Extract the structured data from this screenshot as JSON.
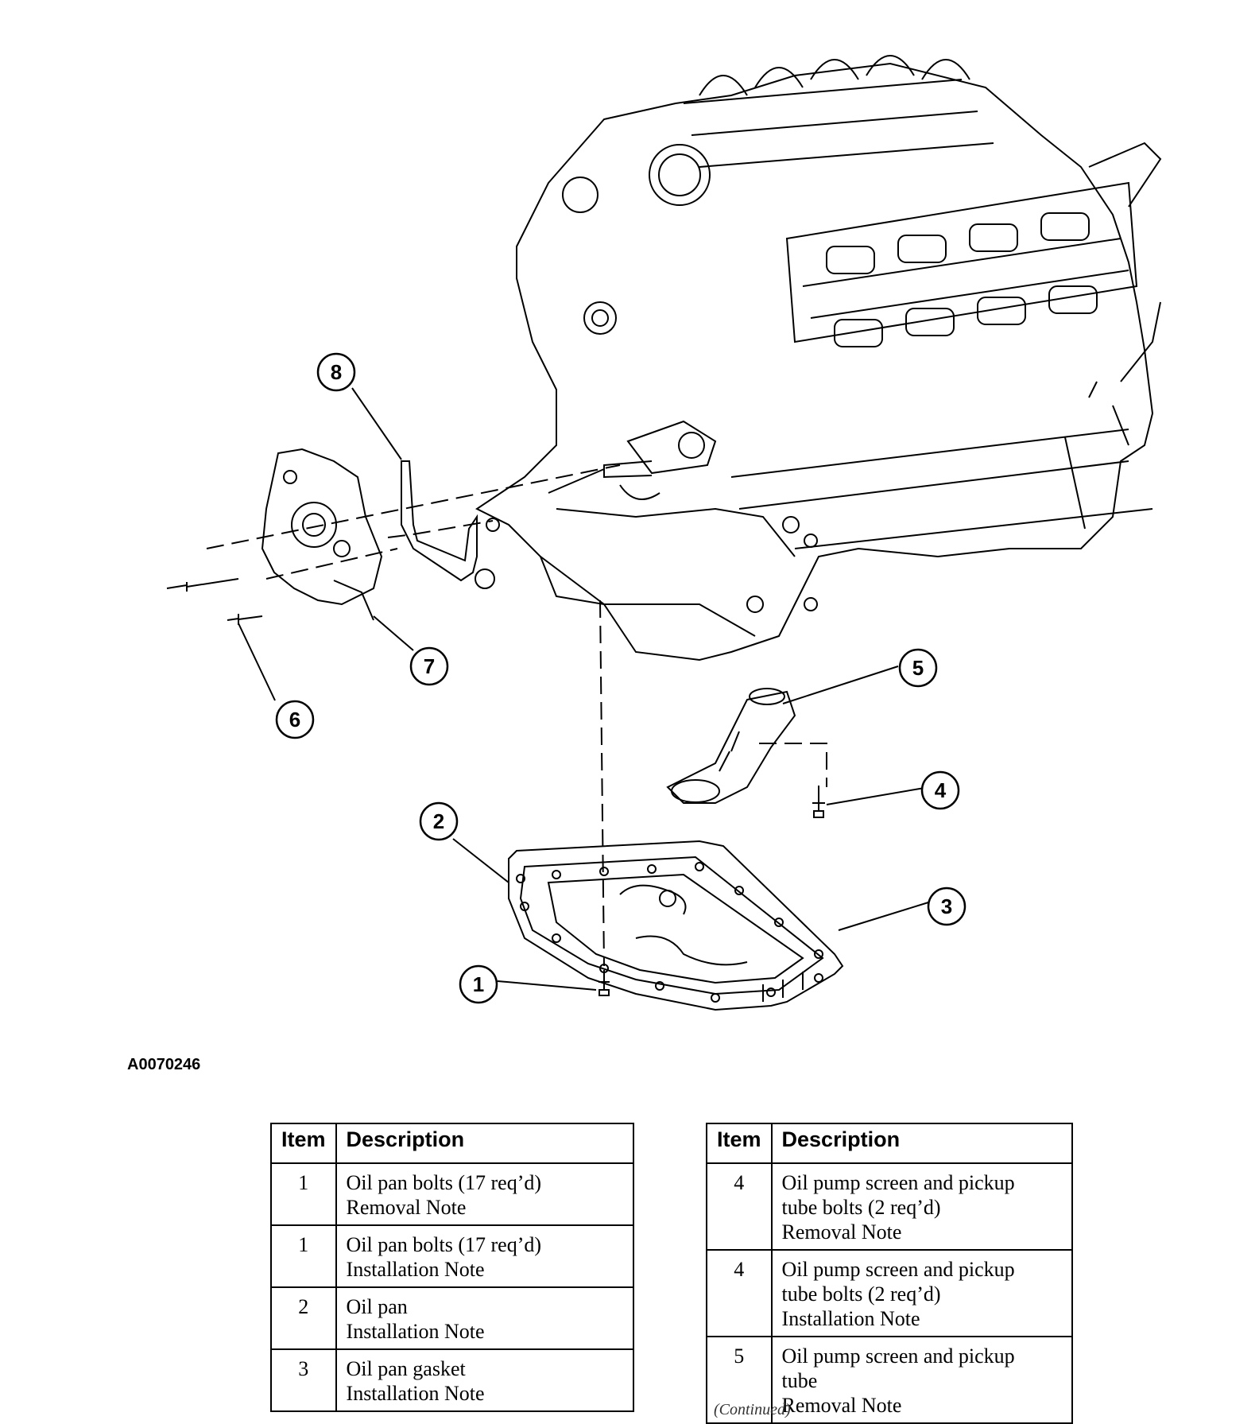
{
  "figure_id": "A0070246",
  "callouts": [
    "1",
    "2",
    "3",
    "4",
    "5",
    "6",
    "7",
    "8"
  ],
  "tables": [
    {
      "headers": [
        "Item",
        "Description"
      ],
      "rows": [
        {
          "item": "1",
          "line1": "Oil pan bolts (17 req’d)",
          "line2": "Removal Note"
        },
        {
          "item": "1",
          "line1": "Oil pan bolts (17 req’d)",
          "line2": "Installation Note"
        },
        {
          "item": "2",
          "line1": "Oil pan",
          "line2": "Installation Note"
        },
        {
          "item": "3",
          "line1": "Oil pan gasket",
          "line2": "Installation Note"
        }
      ]
    },
    {
      "headers": [
        "Item",
        "Description"
      ],
      "rows": [
        {
          "item": "4",
          "line1": "Oil pump screen and pickup",
          "line2": "tube bolts (2 req’d)",
          "line3": "Removal Note"
        },
        {
          "item": "4",
          "line1": "Oil pump screen and pickup",
          "line2": "tube bolts (2 req’d)",
          "line3": "Installation Note"
        },
        {
          "item": "5",
          "line1": "Oil pump screen and pickup",
          "line2": "tube",
          "line3": "Removal Note"
        }
      ]
    }
  ],
  "continued_text": "(Continued)"
}
